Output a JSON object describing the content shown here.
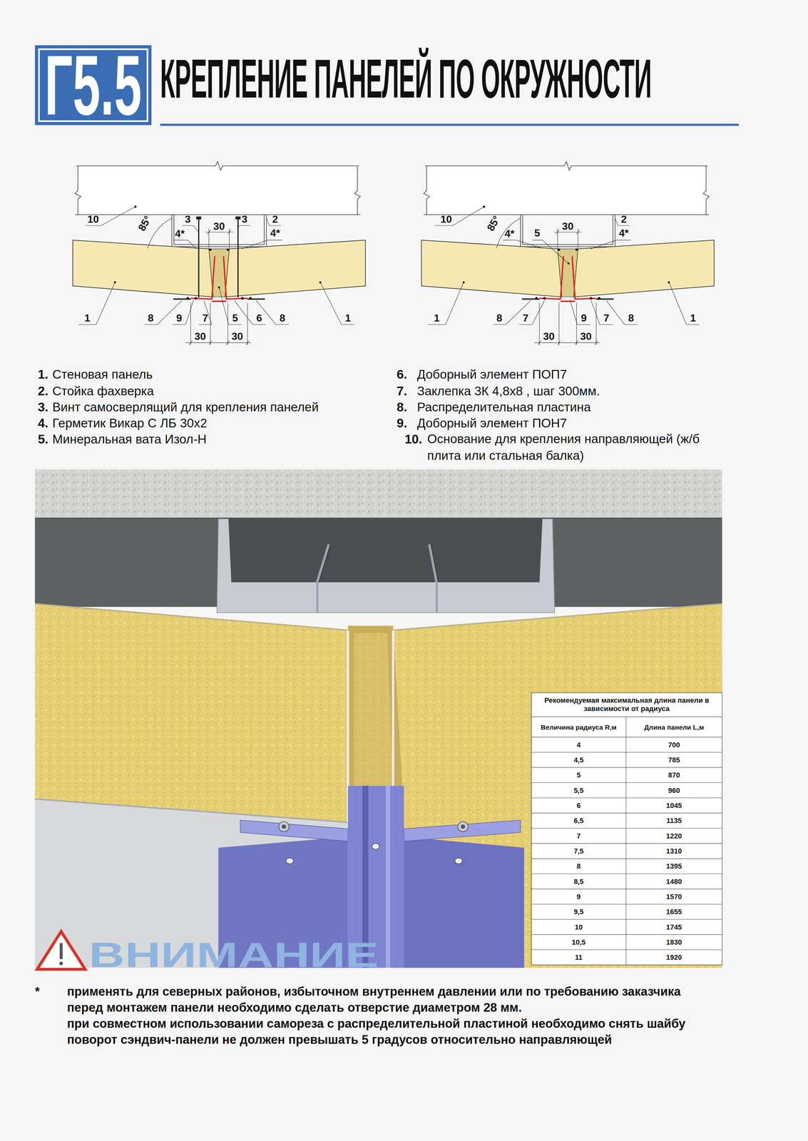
{
  "diagram": {
    "title": "КРЕПЛЕНИЕ ПАНЕЛЕЙ ПО ОКРУЖНОСТИ",
    "nodes": [
      {
        "text": [
          "Г5.5"
        ]
      }
    ],
    "labels": [
      "10",
      "85°",
      "4*",
      "3",
      "30",
      "3",
      "2",
      "4*",
      "1",
      "8",
      "9",
      "7",
      "5",
      "6",
      "8",
      "1",
      "30",
      "30",
      "10",
      "85°",
      "4*",
      "5",
      "30",
      "2",
      "4*",
      "1",
      "8",
      "7",
      "9",
      "7",
      "8",
      "1",
      "30",
      "30",
      "1.",
      "Стеновая панель",
      "2.",
      "Стойка фахверка",
      "3.",
      "Винт самосверлящий для крепления панелей",
      "4.",
      "Герметик Викар С ЛБ 30х2",
      "5.",
      "Минеральная вата Изол-Н",
      "6.",
      "Доборный элемент ПОП7",
      "7.",
      "Заклепка 3К 4,8х8 , шаг 300мм.",
      "8.",
      "Распределительная пластина",
      "9.",
      "Доборный элемент ПОН7",
      "10.",
      "Основание для крепления направляющей (ж/б плита или стальная балка)",
      "Рекомендуемая максимальная длина панели в зависимости от радиуса",
      "Величина радиуса R,м",
      "Длина панели L,м",
      "4",
      "700",
      "4,5",
      "785",
      "5",
      "870",
      "5,5",
      "960",
      "6",
      "1045",
      "6,5",
      "1135",
      "7",
      "1220",
      "7,5",
      "1310",
      "8",
      "1395",
      "8,5",
      "1480",
      "9",
      "1570",
      "9,5",
      "1655",
      "10",
      "1745",
      "10,5",
      "1830",
      "11",
      "1920",
      "ВНИМАНИЕ",
      "*",
      "применять для северных районов, избыточном внутреннем давлении или по требованию заказчика",
      "перед монтажем панели необходимо сделать отверстие диаметром 28 мм.",
      "при совместном использовании самореза с распределительной пластиной необходимо снять шайбу",
      "поворот сэндвич-панели не должен превышать 5 градусов относительно направляющей"
    ]
  }
}
